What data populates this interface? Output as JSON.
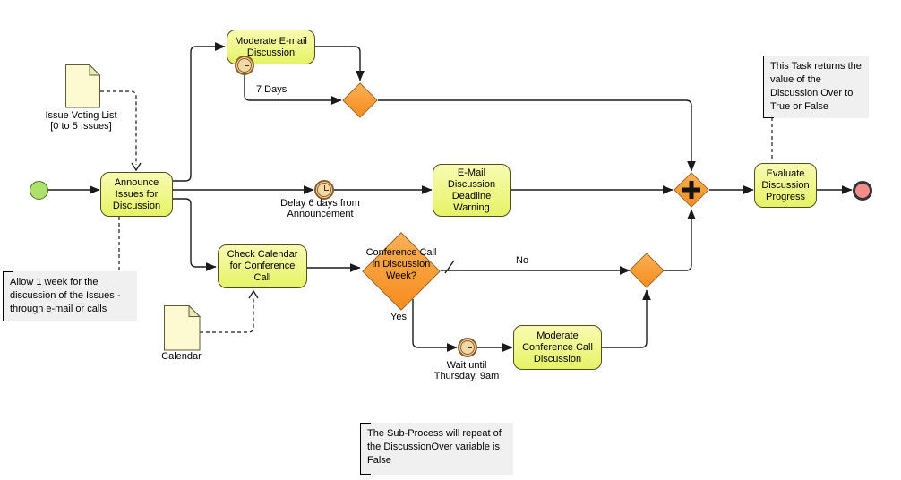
{
  "diagram": {
    "tasks": {
      "announce": "Announce Issues for Discussion",
      "moderate_email": "Moderate E-mail Discussion",
      "email_warning": "E-Mail Discussion Deadline Warning",
      "check_calendar": "Check Calendar for Conference Call",
      "moderate_conf": "Moderate Conference Call Discussion",
      "evaluate": "Evaluate Discussion Progress"
    },
    "gateways": {
      "conference_question": "Conference Call in Discussion Week?"
    },
    "labels": {
      "seven_days": "7 Days",
      "delay": "Delay 6 days from Announcement",
      "wait": "Wait until Thursday, 9am",
      "yes": "Yes",
      "no": "No",
      "issue_voting_list": "Issue Voting List [0 to 5 Issues]",
      "calendar": "Calendar"
    },
    "annotations": {
      "allow": "Allow 1 week for the discussion of the Issues - through e-mail or calls",
      "this_task": "This Task returns the value of the Discussion Over to True or False",
      "subprocess": "The Sub-Process will repeat of the DiscussionOver variable is False"
    },
    "colors": {
      "task_fill": "#e6f366",
      "task_fill_light": "#f8fbb2",
      "task_border": "#4e4e20",
      "gateway_orange": "#f68c1e",
      "gateway_border": "#96601a",
      "start_event_green": "#ace16b",
      "end_event_red": "#f18c8c",
      "timer_tan": "#f2d8a4",
      "timer_ring": "#8b5e2a",
      "annotation_bg": "#f0f0f0",
      "document_fill": "#fdfad2",
      "line": "#1a1a1a"
    }
  }
}
